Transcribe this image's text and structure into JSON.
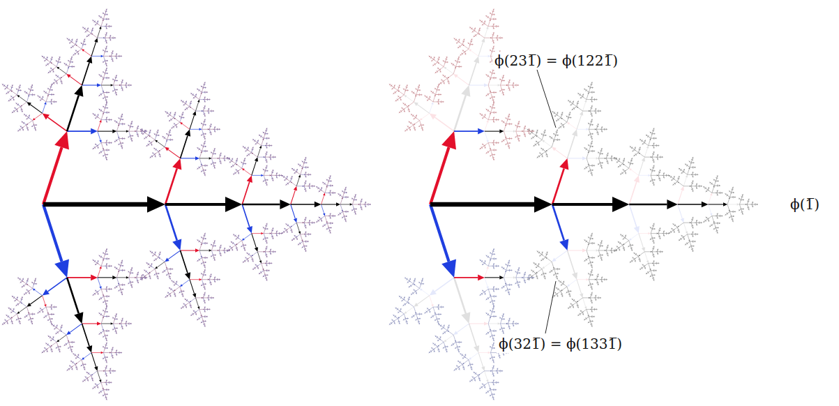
{
  "diagram": {
    "labels": [
      "ϕ(231̅) = ϕ(1221̅)",
      "ϕ(321̅) = ϕ(1331̅)",
      "ϕ(1̅)"
    ]
  }
}
